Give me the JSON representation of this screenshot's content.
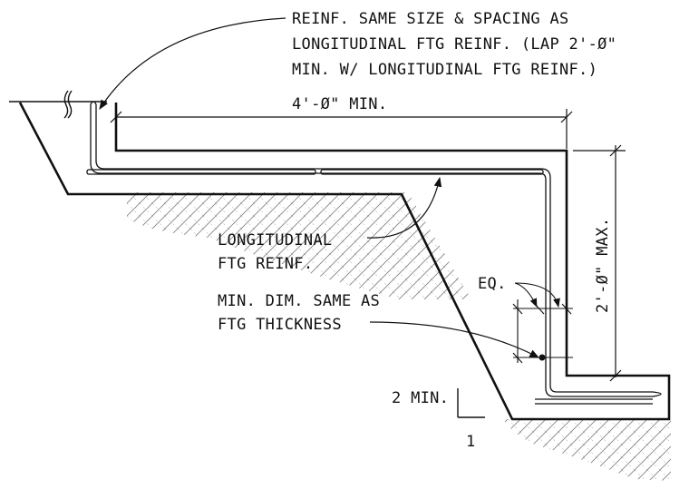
{
  "notes": {
    "top": [
      "REINF. SAME SIZE & SPACING AS",
      "LONGITUDINAL FTG REINF. (LAP 2'-Ø\"",
      "MIN. W/ LONGITUDINAL FTG REINF.)"
    ],
    "longitudinal": [
      "LONGITUDINAL",
      "FTG REINF."
    ],
    "min_dim": [
      "MIN. DIM. SAME AS",
      "FTG THICKNESS"
    ],
    "eq": "EQ."
  },
  "dimensions": {
    "horizontal": "4'-Ø\" MIN.",
    "vertical": "2'-Ø\" MAX.",
    "slope_rise": "2 MIN.",
    "slope_run": "1"
  },
  "colors": {
    "line": "#111111",
    "hatch": "#555555"
  }
}
